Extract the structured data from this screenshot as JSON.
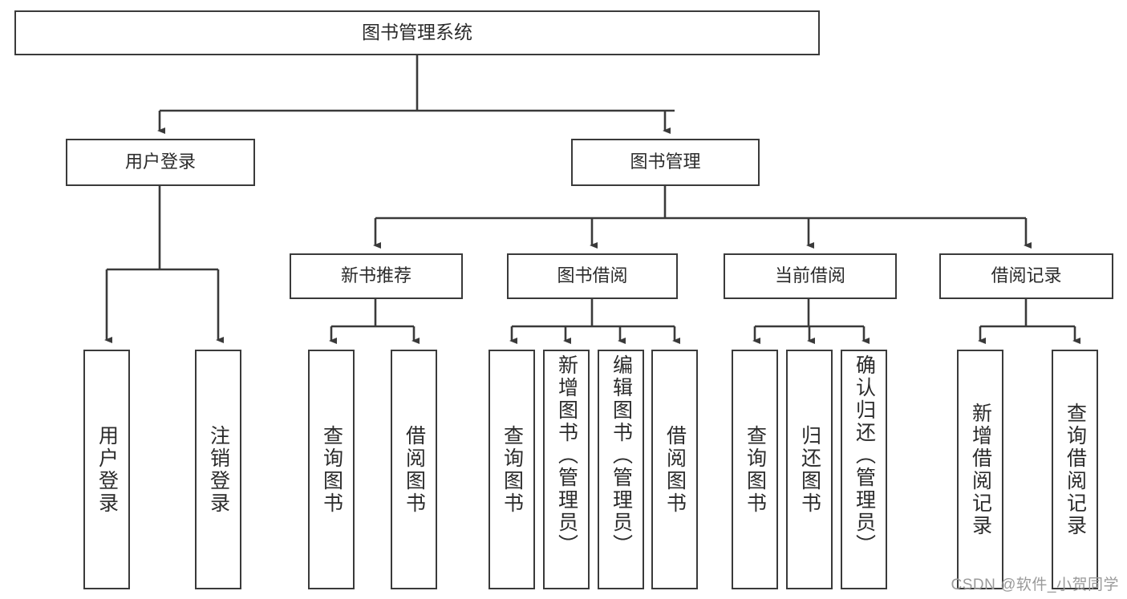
{
  "diagram": {
    "type": "hierarchy-tree",
    "title": "图书管理系统",
    "stroke_color": "#3a3a3a",
    "text_color": "#2b2b2b",
    "background": "#ffffff",
    "levels": 4
  },
  "root": {
    "label": "图书管理系统"
  },
  "level2": [
    {
      "label": "用户登录"
    },
    {
      "label": "图书管理"
    }
  ],
  "level3": [
    {
      "label": "新书推荐"
    },
    {
      "label": "图书借阅"
    },
    {
      "label": "当前借阅"
    },
    {
      "label": "借阅记录"
    }
  ],
  "leaves": {
    "user_login": [
      {
        "label": "用户登录"
      },
      {
        "label": "注销登录"
      }
    ],
    "new_book_recommend": [
      {
        "label": "查询图书"
      },
      {
        "label": "借阅图书"
      }
    ],
    "book_borrow": [
      {
        "label": "查询图书"
      },
      {
        "label": "新增图书（管理员）"
      },
      {
        "label": "编辑图书（管理员）"
      },
      {
        "label": "借阅图书"
      }
    ],
    "current_borrow": [
      {
        "label": "查询图书"
      },
      {
        "label": "归还图书"
      },
      {
        "label": "确认归还（管理员）"
      }
    ],
    "borrow_record": [
      {
        "label": "新增借阅记录"
      },
      {
        "label": "查询借阅记录"
      }
    ]
  },
  "watermark": {
    "text": "CSDN @软件_小贺同学"
  }
}
